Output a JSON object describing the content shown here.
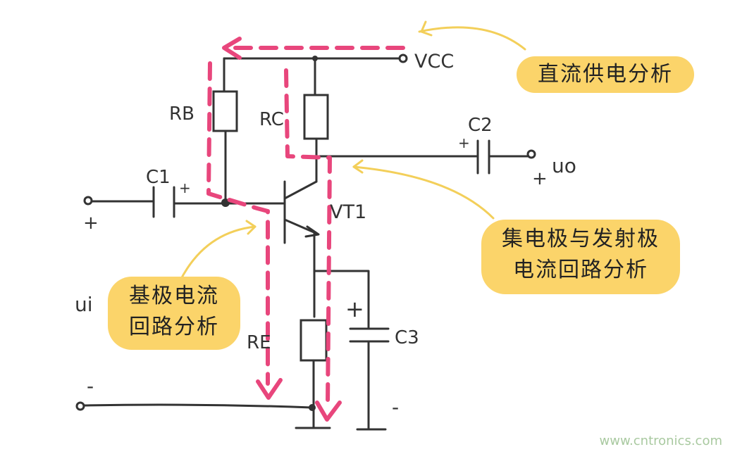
{
  "labels": {
    "vcc": "VCC",
    "rb": "RB",
    "rc": "RC",
    "re": "RE",
    "c1": "C1",
    "c2": "C2",
    "c3": "C3",
    "vt1": "VT1",
    "ui": "ui",
    "uo": "uo",
    "plus": "+",
    "minus": "-"
  },
  "notes": {
    "dc_supply": "直流供电分析",
    "ce_loop_line1": "集电极与发射极",
    "ce_loop_line2": "电流回路分析",
    "base_line1": "基极电流",
    "base_line2": "回路分析"
  },
  "watermark": "www.cntronics.com",
  "colors": {
    "path": "#e8467c",
    "note": "#fbd46a",
    "wire": "#333333"
  }
}
